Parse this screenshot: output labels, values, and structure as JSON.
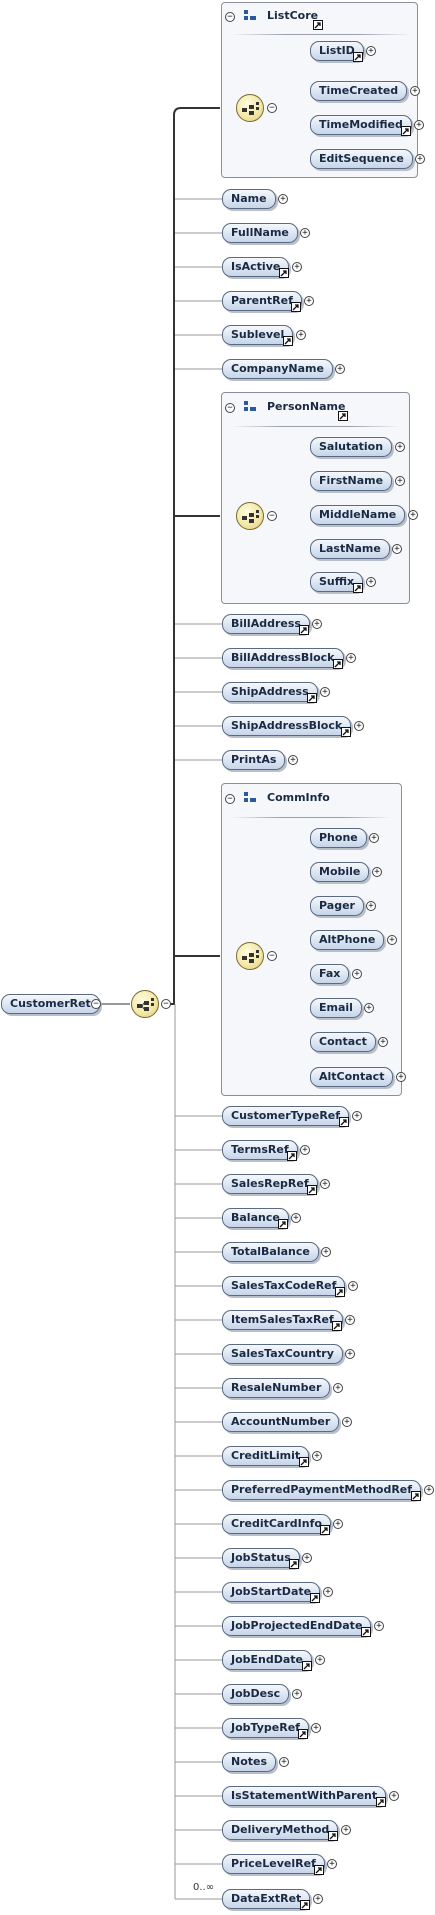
{
  "root": {
    "label": "CustomerRet"
  },
  "occurs_label": "0..∞",
  "groups": {
    "list_core": {
      "title": "ListCore",
      "children": [
        "ListID",
        "TimeCreated",
        "TimeModified",
        "EditSequence"
      ]
    },
    "person_name": {
      "title": "PersonName",
      "children": [
        "Salutation",
        "FirstName",
        "MiddleName",
        "LastName",
        "Suffix"
      ]
    },
    "comm_info": {
      "title": "CommInfo",
      "children": [
        "Phone",
        "Mobile",
        "Pager",
        "AltPhone",
        "Fax",
        "Email",
        "Contact",
        "AltContact"
      ]
    }
  },
  "elements_a": [
    "Name",
    "FullName",
    "IsActive",
    "ParentRef",
    "Sublevel",
    "CompanyName"
  ],
  "elements_b": [
    "BillAddress",
    "BillAddressBlock",
    "ShipAddress",
    "ShipAddressBlock",
    "PrintAs"
  ],
  "elements_c": [
    "CustomerTypeRef",
    "TermsRef",
    "SalesRepRef",
    "Balance",
    "TotalBalance",
    "SalesTaxCodeRef",
    "ItemSalesTaxRef",
    "SalesTaxCountry",
    "ResaleNumber",
    "AccountNumber",
    "CreditLimit",
    "PreferredPaymentMethodRef",
    "CreditCardInfo",
    "JobStatus",
    "JobStartDate",
    "JobProjectedEndDate",
    "JobEndDate",
    "JobDesc",
    "JobTypeRef",
    "Notes",
    "IsStatementWithParent",
    "DeliveryMethod",
    "PriceLevelRef",
    "DataExtRet"
  ]
}
